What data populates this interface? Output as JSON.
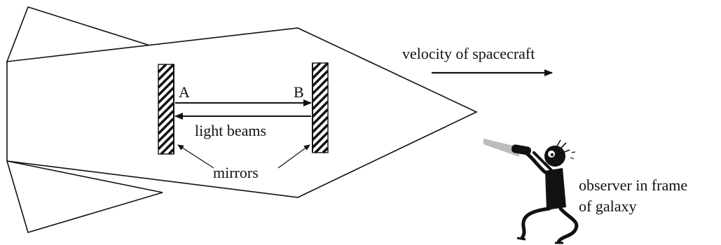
{
  "diagram": {
    "labels": {
      "point_a": "A",
      "point_b": "B",
      "light_beams": "light beams",
      "mirrors": "mirrors",
      "velocity": "velocity of spacecraft",
      "observer_line1": "observer in frame",
      "observer_line2": "of galaxy"
    },
    "colors": {
      "ink": "#111111",
      "background": "#ffffff",
      "torch_beam": "#bbbbbb"
    },
    "icons": [
      "spacecraft-outline",
      "mirror-hatching",
      "arrow-right",
      "arrow-left",
      "observer-figure",
      "flashlight-icon"
    ]
  }
}
